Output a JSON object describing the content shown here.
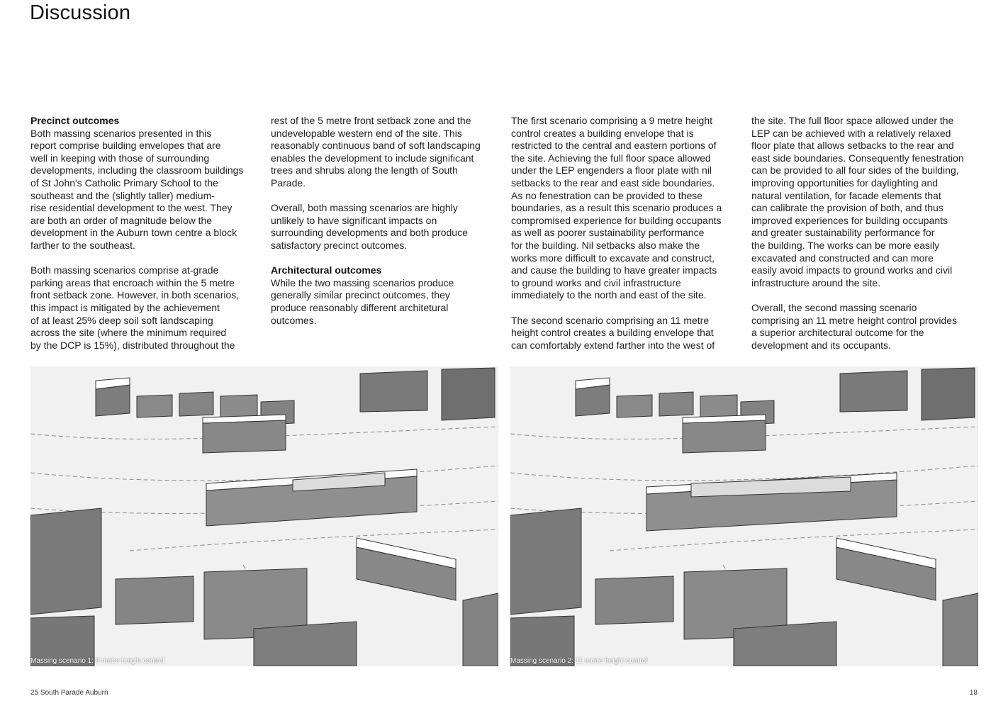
{
  "title": "Discussion",
  "columns": [
    {
      "heading": "Precinct outcomes",
      "paragraphs": [
        "Both massing scenarios presented in this\nreport comprise building envelopes that are\nwell in keeping with those of surrounding\ndevelopments, including the classroom buildings\nof St John's Catholic Primary School to the\nsoutheast and the (slightly taller) medium-\nrise residential development to the west. They\nare both an order of magnitude below the\ndevelopment in the Auburn town centre a block\nfarther to the southeast.",
        "Both massing scenarios comprise at-grade\nparking areas that encroach within the 5 metre\nfront setback zone. However, in both scenarios,\nthis impact is mitigated by the achievement\nof at least 25% deep soil soft landscaping\nacross the site (where the minimum required\nby the DCP is 15%), distributed throughout the"
      ]
    },
    {
      "paragraphs": [
        "rest of the 5 metre front setback zone and the\nundevelopable western end of the site. This\nreasonably continuous band of soft landscaping\nenables the development to include significant\ntrees and shrubs along the length of South\nParade.",
        "Overall, both massing scenarios are highly\nunlikely to have significant impacts on\nsurrounding developments and both produce\nsatisfactory precinct outcomes."
      ],
      "heading2": "Architectural outcomes",
      "paragraph2": "While the two massing scenarios produce\ngenerally similar precinct outcomes, they\nproduce reasonably different architetural\noutcomes."
    },
    {
      "paragraphs": [
        "The first scenario comprising a 9 metre height\ncontrol creates a building envelope that is\nrestricted to the central and eastern portions of\nthe site. Achieving the full floor space allowed\nunder the LEP engenders a floor plate with nil\nsetbacks to the rear and east side boundaries.\nAs no fenestration can be provided to these\nboundaries, as a result this scenario produces a\ncompromised experience for building occupants\nas well as poorer sustainability performance\nfor the building. Nil setbacks also make the\nworks more difficult to excavate and construct,\nand cause the building to have greater impacts\nto ground works and civil infrastructure\nimmediately to the north and east of the site.",
        "The second scenario comprising an 11 metre\nheight control creates a building envelope that\ncan comfortably extend farther into the west of"
      ]
    },
    {
      "paragraphs": [
        "the site. The full floor space allowed under the\nLEP can be achieved with a relatively relaxed\nfloor plate that allows setbacks to the rear and\neast side boundaries. Consequently fenestration\ncan be provided to all four sides of the building,\nimproving opportunities for daylighting and\nnatural ventilation, for facade elements that\ncan calibrate the provision of both, and thus\nimproved experiences for building occupants\nand greater sustainability performance for\nthe building. The works can be more easily\nexcavated and constructed and can more\neasily avoid impacts to ground works and civil\ninfrastructure around the site.",
        "Overall, the second massing scenario\ncomprising an 11 metre height control provides\na superior architectural outcome for the\ndevelopment and its occupants."
      ]
    }
  ],
  "figures": [
    {
      "caption": "Massing scenario 1: 9 metre height control"
    },
    {
      "caption": "Massing scenario 2: 11 metre height control"
    }
  ],
  "footer": {
    "left": "25 South Parade Auburn",
    "page": "18"
  }
}
